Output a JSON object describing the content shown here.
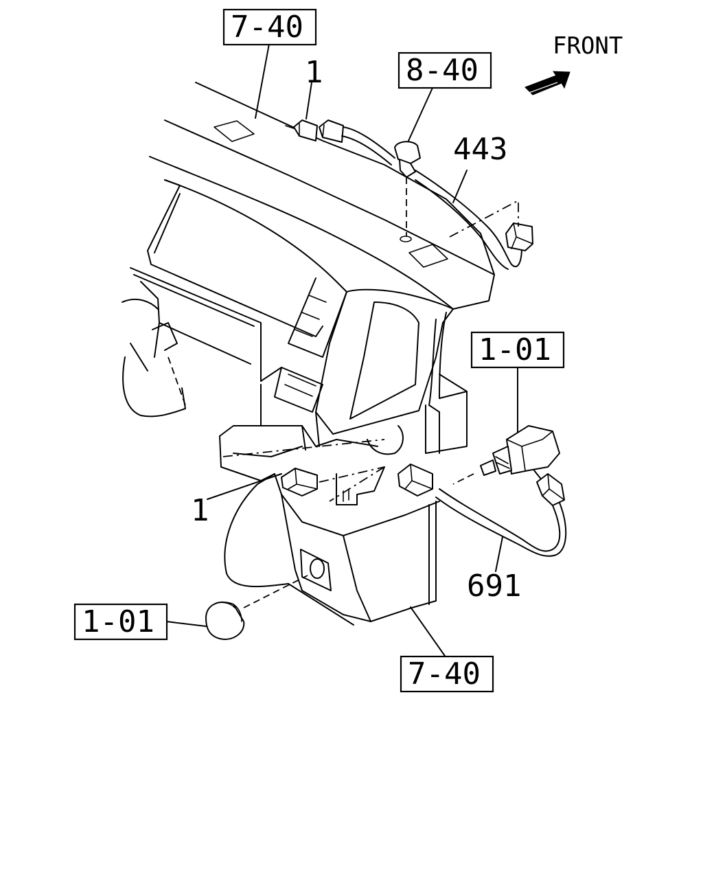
{
  "orientation": {
    "label": "FRONT",
    "icon": "front-arrow-icon"
  },
  "callouts": {
    "top_ref": "7-40",
    "clip_ref": "8-40",
    "connector_top": "1",
    "harness_top": "443",
    "switch_ref": "1-01",
    "connector_bottom": "1",
    "harness_bottom": "691",
    "cap_ref": "1-01",
    "bottom_ref": "7-40"
  }
}
